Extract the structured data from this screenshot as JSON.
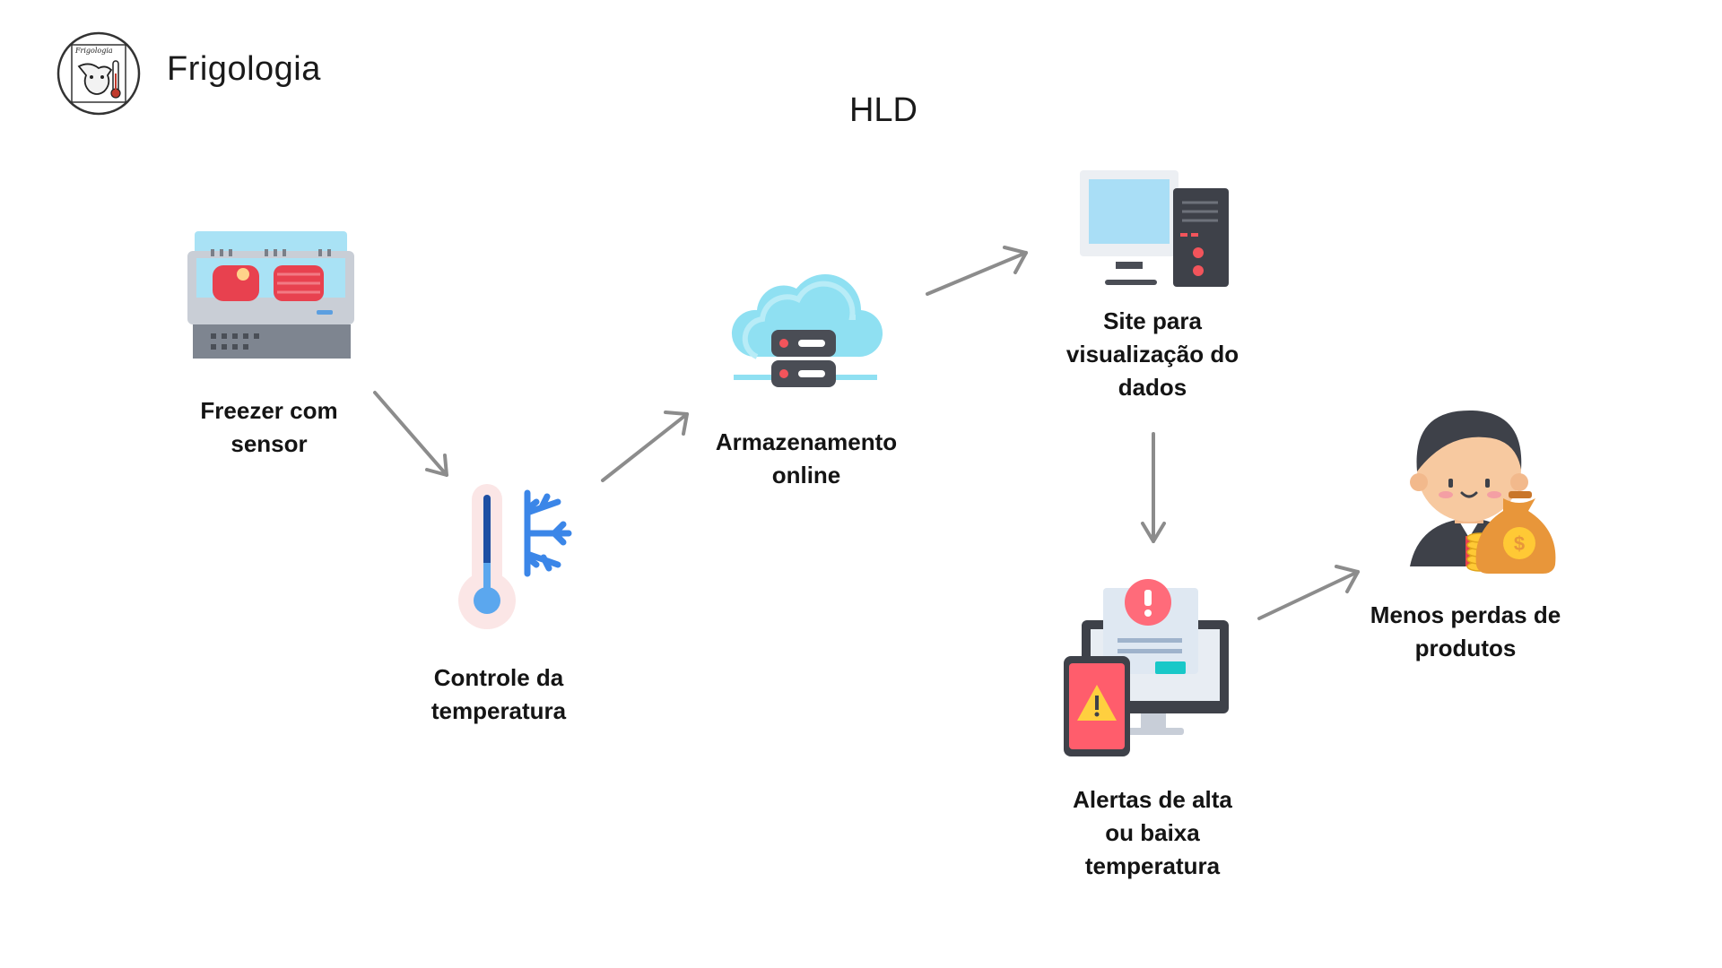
{
  "header": {
    "brand": "Frigologia",
    "title": "HLD",
    "logo_text": "Frigologia"
  },
  "nodes": {
    "freezer": {
      "label_l1": "Freezer com",
      "label_l2": "sensor",
      "icon": "freezer-icon"
    },
    "control": {
      "label_l1": "Controle da",
      "label_l2": "temperatura",
      "icon": "thermometer-snowflake-icon"
    },
    "storage": {
      "label_l1": "Armazenamento",
      "label_l2": "online",
      "icon": "cloud-server-icon"
    },
    "site": {
      "label_l1": "Site para",
      "label_l2": "visualização do",
      "label_l3": "dados",
      "icon": "computer-icon"
    },
    "alerts": {
      "label_l1": "Alertas de alta",
      "label_l2": "ou baixa",
      "label_l3": "temperatura",
      "icon": "alert-devices-icon"
    },
    "loss": {
      "label_l1": "Menos perdas de",
      "label_l2": "produtos",
      "icon": "businessman-money-icon"
    }
  },
  "colors": {
    "arrow": "#8c8c8c",
    "text": "#141414"
  }
}
